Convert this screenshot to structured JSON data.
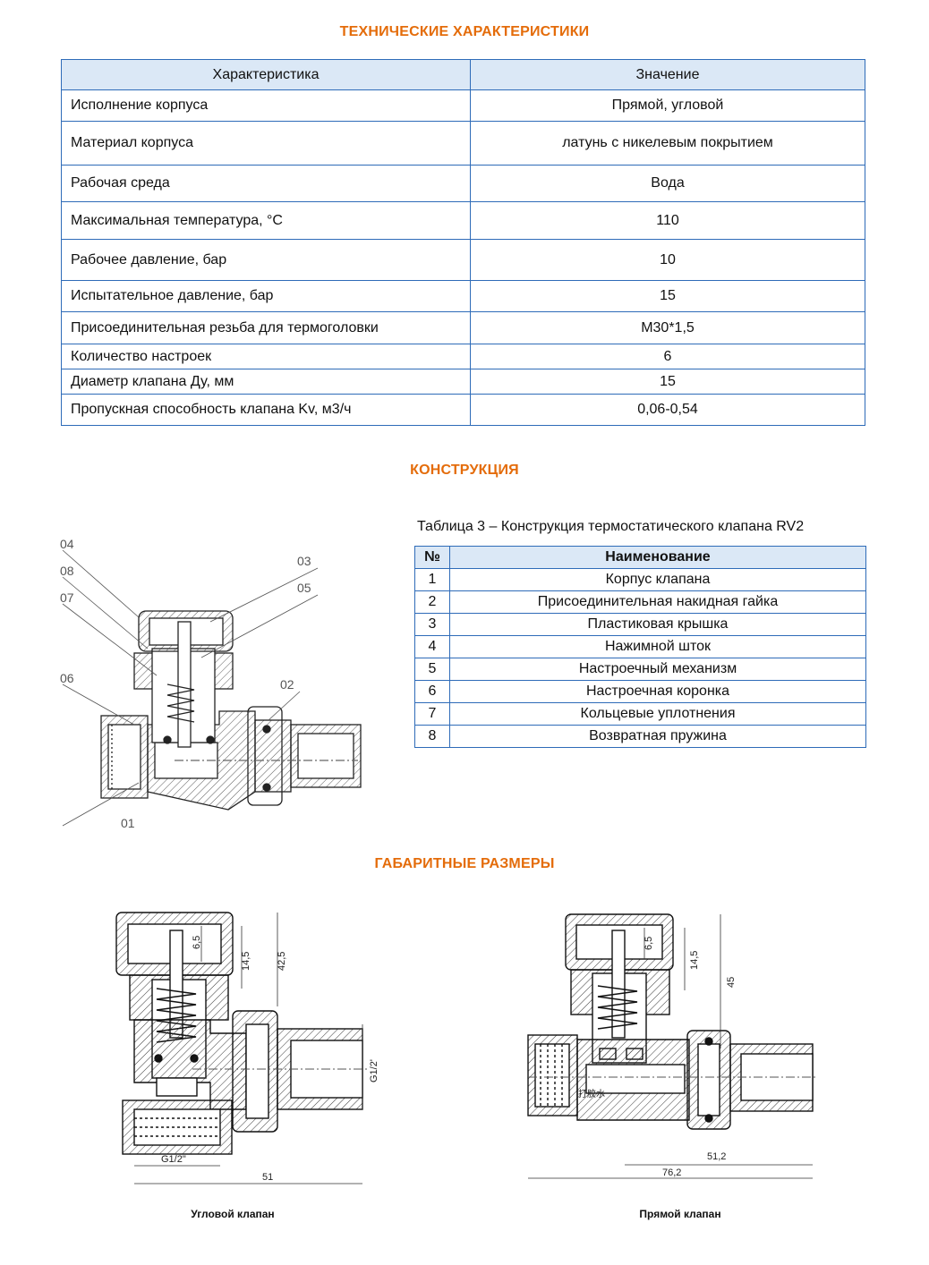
{
  "tech": {
    "heading": "ТЕХНИЧЕСКИЕ ХАРАКТЕРИСТИКИ",
    "col1": "Характеристика",
    "col2": "Значение",
    "rows": [
      {
        "k": "Исполнение корпуса",
        "v": "Прямой, угловой"
      },
      {
        "k": "Материал корпуса",
        "v": "латунь с никелевым покрытием"
      },
      {
        "k": "Рабочая среда",
        "v": "Вода"
      },
      {
        "k": "Максимальная температура, °С",
        "v": "110"
      },
      {
        "k": "Рабочее давление, бар",
        "v": "10"
      },
      {
        "k": "Испытательное давление, бар",
        "v": "15"
      },
      {
        "k": "Присоединительная резьба для термоголовки",
        "v": "M30*1,5"
      },
      {
        "k": "Количество настроек",
        "v": "6"
      },
      {
        "k": "Диаметр клапана Ду, мм",
        "v": "15"
      },
      {
        "k": "Пропускная способность клапана Kv, м3/ч",
        "v": "0,06-0,54"
      }
    ]
  },
  "construction": {
    "heading": "КОНСТРУКЦИЯ",
    "caption": "Таблица 3 – Конструкция термостатического клапана RV2",
    "col_num": "№",
    "col_name": "Наименование",
    "parts": [
      {
        "n": "1",
        "name": "Корпус клапана"
      },
      {
        "n": "2",
        "name": "Присоединительная накидная гайка"
      },
      {
        "n": "3",
        "name": "Пластиковая крышка"
      },
      {
        "n": "4",
        "name": "Нажимной шток"
      },
      {
        "n": "5",
        "name": "Настроечный механизм"
      },
      {
        "n": "6",
        "name": "Настроечная коронка"
      },
      {
        "n": "7",
        "name": "Кольцевые уплотнения"
      },
      {
        "n": "8",
        "name": "Возвратная пружина"
      }
    ],
    "callouts": [
      "04",
      "08",
      "07",
      "06",
      "01",
      "03",
      "05",
      "02"
    ]
  },
  "dimensions": {
    "heading": "ГАБАРИТНЫЕ РАЗМЕРЫ",
    "angle": {
      "caption": "Угловой клапан",
      "dims": [
        "6,5",
        "14,5",
        "42,5",
        "G1/2'",
        "G1/2\"",
        "51"
      ]
    },
    "straight": {
      "caption": "Прямой клапан",
      "dims": [
        "6,5",
        "14,5",
        "45",
        "51,2",
        "76,2"
      ],
      "marking": "打胶水"
    }
  },
  "colors": {
    "accent": "#e46c0a",
    "table_border": "#2e6bb8",
    "table_header": "#dbe8f6"
  }
}
